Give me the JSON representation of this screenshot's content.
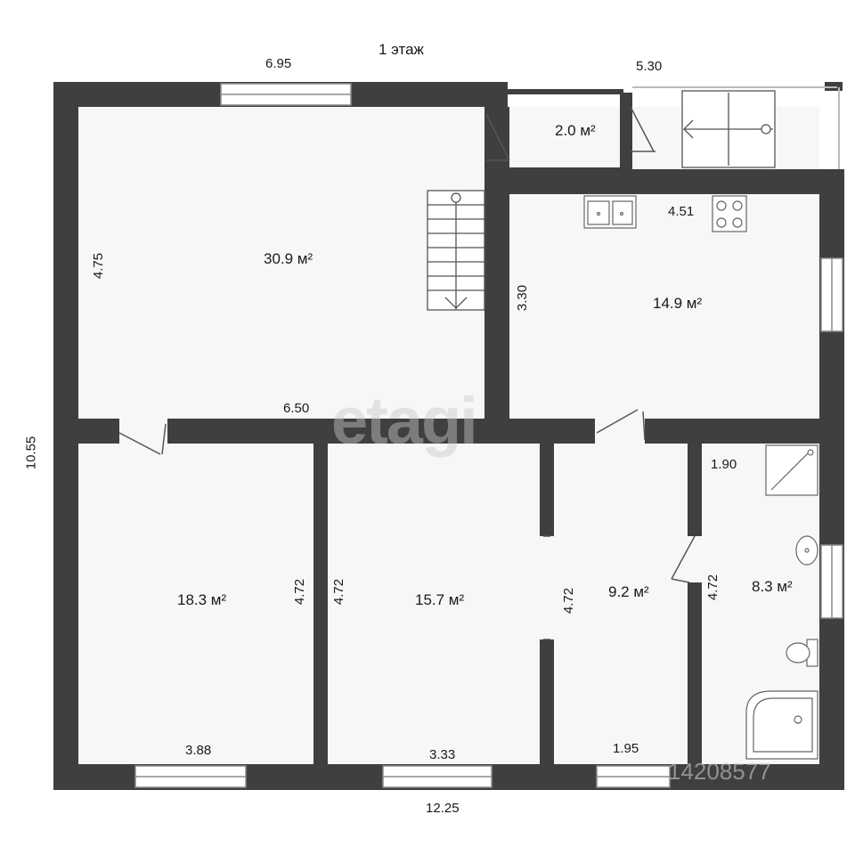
{
  "title": "1 этаж",
  "watermark": "etagi",
  "listing_id": "14208577",
  "rooms": {
    "living_room": "30.9 м²",
    "vestibule": "2.0 м²",
    "kitchen": "14.9 м²",
    "bedroom_1": "18.3 м²",
    "bedroom_2": "15.7 м²",
    "room_3": "9.2 м²",
    "bathroom": "8.3 м²"
  },
  "dimensions": {
    "top_left": "6.95",
    "top_right": "5.30",
    "overall_height": "10.55",
    "overall_width": "12.25",
    "living_height": "4.75",
    "living_width": "6.50",
    "kitchen_width": "4.51",
    "kitchen_height": "3.30",
    "bedroom1_height": "4.72",
    "bedroom1_width": "3.88",
    "bedroom2_height": "4.72",
    "bedroom2_width": "3.33",
    "room3_height": "4.72",
    "room3_width": "1.95",
    "bath_width": "1.90",
    "bath_height": "4.72"
  },
  "colors": {
    "wall": "#3f3f3f",
    "floor": "#f7f7fa",
    "fixture": "#666666"
  }
}
